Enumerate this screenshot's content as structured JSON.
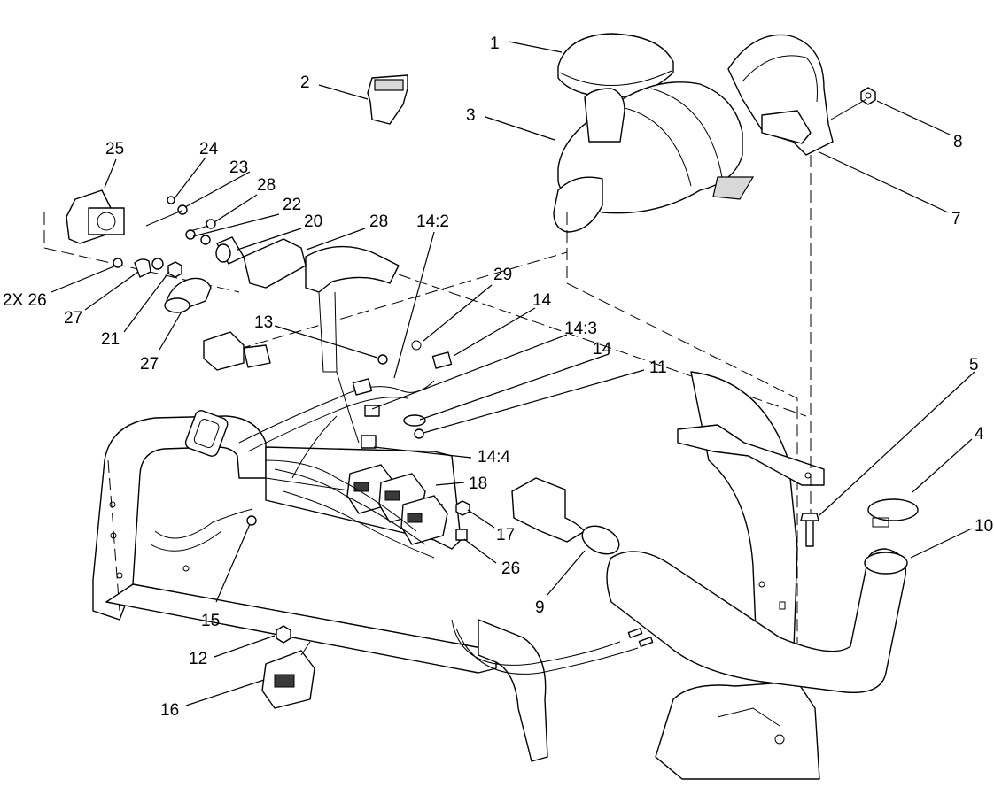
{
  "callouts": [
    {
      "id": "c1",
      "label": "1"
    },
    {
      "id": "c2",
      "label": "2"
    },
    {
      "id": "c3",
      "label": "3"
    },
    {
      "id": "c8",
      "label": "8"
    },
    {
      "id": "c7",
      "label": "7"
    },
    {
      "id": "c25",
      "label": "25"
    },
    {
      "id": "c24",
      "label": "24"
    },
    {
      "id": "c23",
      "label": "23"
    },
    {
      "id": "c28a",
      "label": "28"
    },
    {
      "id": "c22",
      "label": "22"
    },
    {
      "id": "c20",
      "label": "20"
    },
    {
      "id": "c28b",
      "label": "28"
    },
    {
      "id": "c142",
      "label": "14:2"
    },
    {
      "id": "c26a",
      "label": "2X 26"
    },
    {
      "id": "c27a",
      "label": "27"
    },
    {
      "id": "c21",
      "label": "21"
    },
    {
      "id": "c27b",
      "label": "27"
    },
    {
      "id": "c29",
      "label": "29"
    },
    {
      "id": "c14a",
      "label": "14"
    },
    {
      "id": "c13",
      "label": "13"
    },
    {
      "id": "c143",
      "label": "14:3"
    },
    {
      "id": "c14b",
      "label": "14"
    },
    {
      "id": "c11",
      "label": "11"
    },
    {
      "id": "c5",
      "label": "5"
    },
    {
      "id": "c4",
      "label": "4"
    },
    {
      "id": "c144",
      "label": "14:4"
    },
    {
      "id": "c18",
      "label": "18"
    },
    {
      "id": "c10",
      "label": "10"
    },
    {
      "id": "c17",
      "label": "17"
    },
    {
      "id": "c26b",
      "label": "26"
    },
    {
      "id": "c9",
      "label": "9"
    },
    {
      "id": "c15",
      "label": "15"
    },
    {
      "id": "c12",
      "label": "12"
    },
    {
      "id": "c16",
      "label": "16"
    }
  ]
}
